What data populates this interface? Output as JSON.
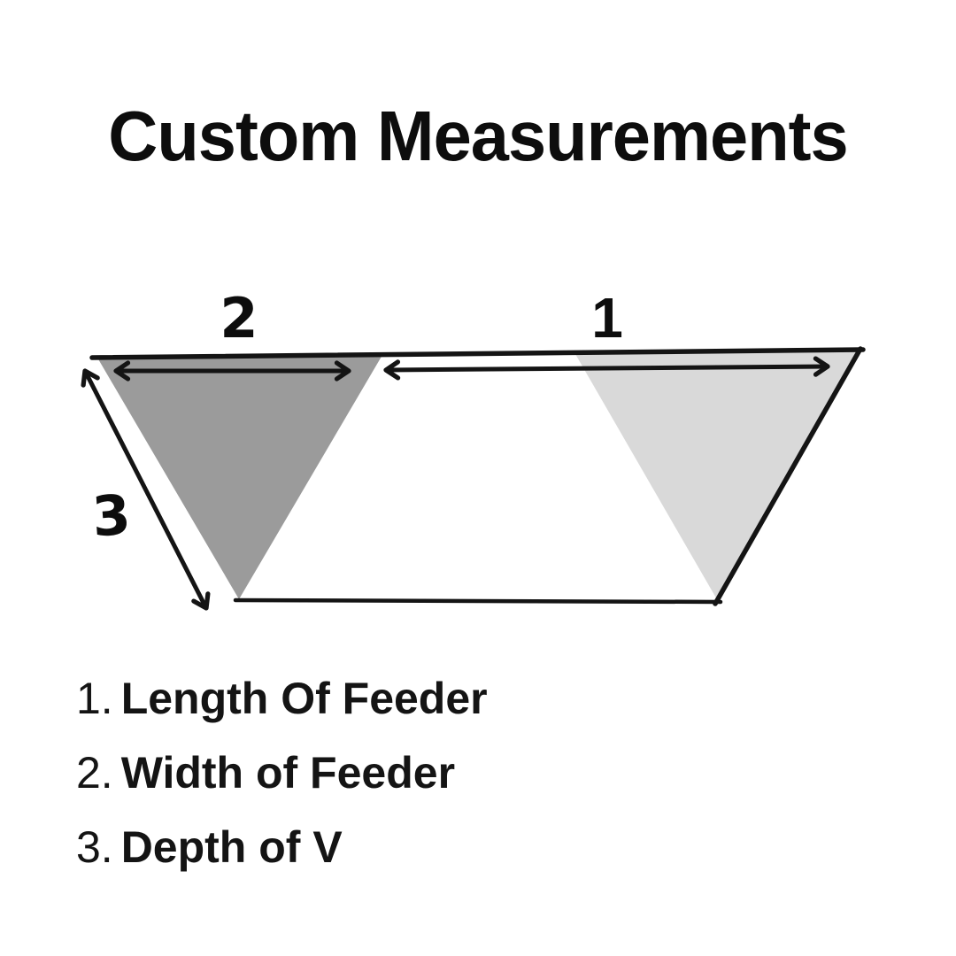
{
  "title": "Custom Measurements",
  "diagram": {
    "labels": {
      "length": "1",
      "width": "2",
      "depth": "3"
    },
    "colors": {
      "dark_triangle": "#9b9b9b",
      "light_triangle": "#d9d9d9",
      "outline": "#141414"
    }
  },
  "legend": {
    "items": [
      {
        "number": "1.",
        "label": "Length Of Feeder"
      },
      {
        "number": "2.",
        "label": "Width of Feeder"
      },
      {
        "number": "3.",
        "label": "Depth of V"
      }
    ]
  }
}
